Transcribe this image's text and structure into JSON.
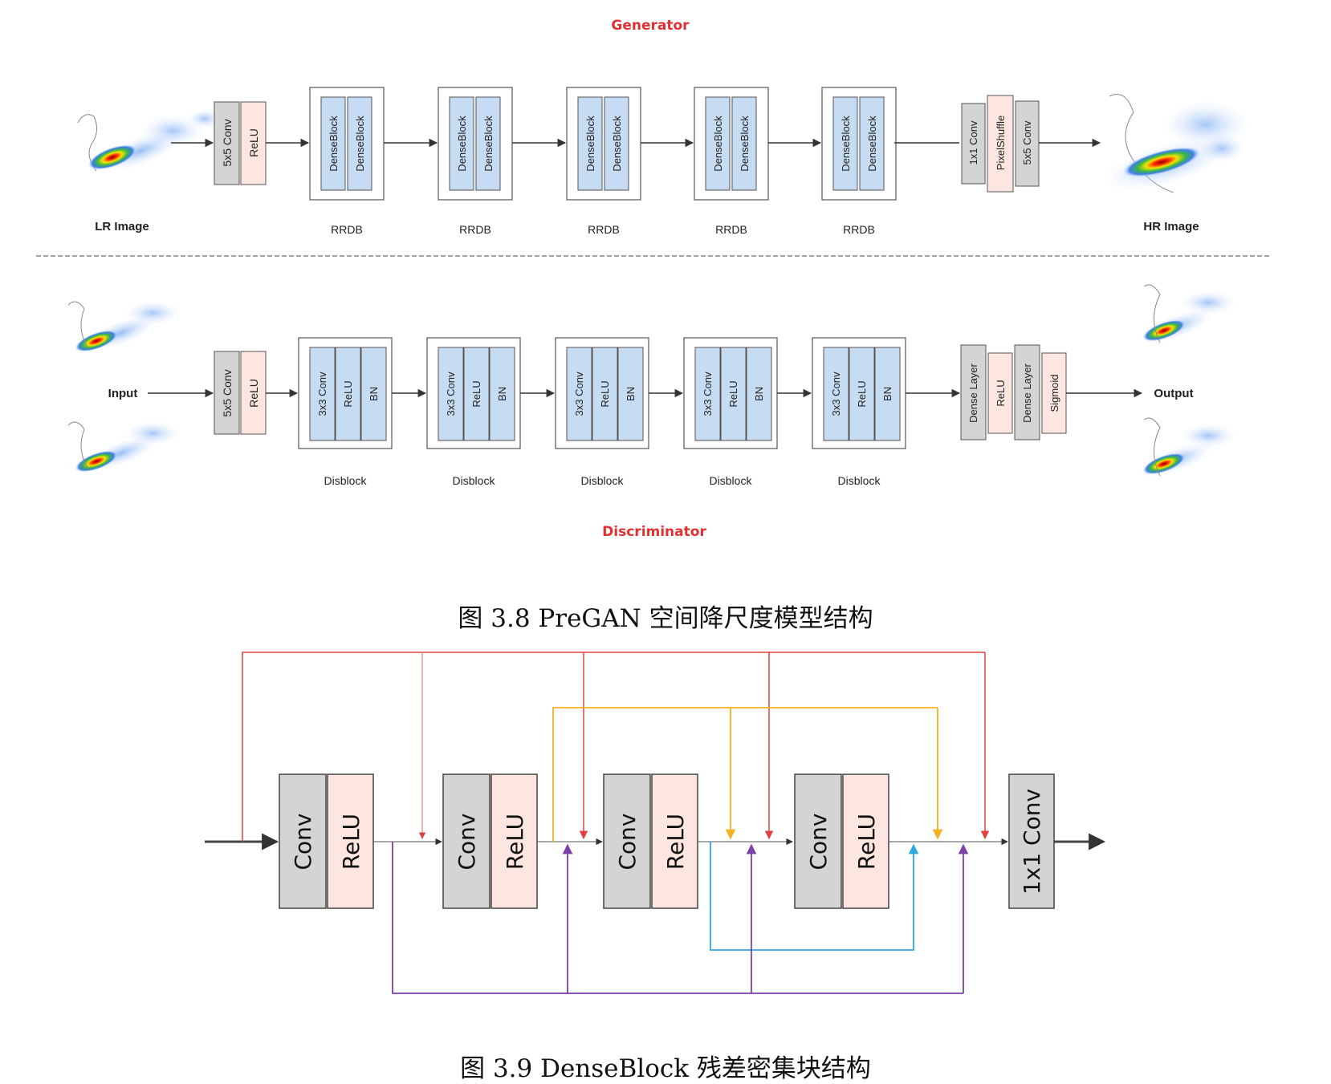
{
  "generator": {
    "title": "Generator",
    "input_label": "LR Image",
    "output_label": "HR Image",
    "stem": [
      "5x5 Conv",
      "ReLU"
    ],
    "block_inner": [
      "DenseBlock",
      "DenseBlock"
    ],
    "block_label": "RRDB",
    "block_count": 5,
    "tail": [
      "1x1 Conv",
      "PixelShuffle",
      "5x5 Conv"
    ]
  },
  "discriminator": {
    "title": "Discriminator",
    "input_label": "Input",
    "output_label": "Output",
    "stem": [
      "5x5 Conv",
      "ReLU"
    ],
    "block_inner": [
      "3x3 Conv",
      "ReLU",
      "BN"
    ],
    "block_label": "Disblock",
    "block_count": 5,
    "tail": [
      "Dense Layer",
      "ReLU",
      "Dense Layer",
      "Sigmoid"
    ]
  },
  "caption_1": "图 3.8 PreGAN 空间降尺度模型结构",
  "denseblock": {
    "layers": [
      [
        "Conv",
        "ReLU"
      ],
      [
        "Conv",
        "ReLU"
      ],
      [
        "Conv",
        "ReLU"
      ],
      [
        "Conv",
        "ReLU"
      ]
    ],
    "final": "1x1 Conv"
  },
  "caption_2": "图 3.9 DenseBlock 残差密集块结构",
  "colors": {
    "title_red": "#e03030",
    "conv_gray": "#d4d4d4",
    "relu_pink": "#fde5e0",
    "block_blue": "#c5dcf3",
    "skip_red": "#e04040",
    "skip_orange": "#f5b21f",
    "skip_blue": "#2fa8e0",
    "skip_purple": "#7a3fa8",
    "line_dark": "#333333"
  }
}
